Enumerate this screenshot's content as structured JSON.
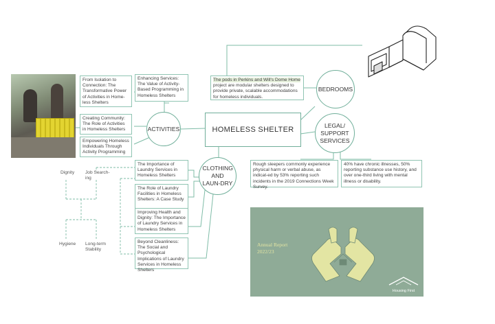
{
  "center": {
    "label": "HOMELESS SHELTER"
  },
  "nodes": {
    "activities": "ACTIVITIES",
    "clothing": "CLOTHING AND LAUN-DRY",
    "bedrooms": "BEDROOMS",
    "legal": "LEGAL/ SUPPORT SERVICES"
  },
  "activity_boxes": [
    "From Isolation to Connection: The Transformative Power of Activities in Home-less Shelters",
    "Enhancing Services: The Value of Activity-Based Programming in Homeless Shelters",
    "Creating Community: The Role of Activities in Homeless Shelters",
    "Empowering Homeless Individuals Through Activity Programming"
  ],
  "laundry_boxes": [
    "The Importance of Laundry Services in Homeless Shelters",
    "The Role of Laundry Facilities in Homeless Shelters: A Case Study",
    "Improving Health and Dignity: The Importance of Laundry Services in Homeless Shelters",
    "Beyond Cleanliness: The Social and Psychological Implications of Laundry Services in Homeless Shelters"
  ],
  "bedrooms_box": {
    "highlight": "The pods in Perkins and Will's Dome Home",
    "text": "project are modular shelters designed to provide private, scalable accommodations for homeless individuals."
  },
  "legal_boxes": [
    "Rough sleepers commonly experience physical harm or verbal abuse, as indicat-ed by 53% reporting such incidents in the 2019 Connections Week Survey.",
    "40% have chronic illnesses, 50% reporting substance use history, and over one-third living with mental illness or disability."
  ],
  "needs": {
    "dignity": "Dignity",
    "job": "Job Search-ing",
    "hygiene": "Hygiene",
    "stability": "Long-term Stability"
  },
  "annual_report": {
    "title": "Annual Report",
    "year": "2022/23",
    "logo": "Housing First",
    "bg": "#8fab97",
    "title_color": "#e3e5a3"
  },
  "colors": {
    "line": "#7dbba6",
    "border": "#8fc4b2"
  }
}
